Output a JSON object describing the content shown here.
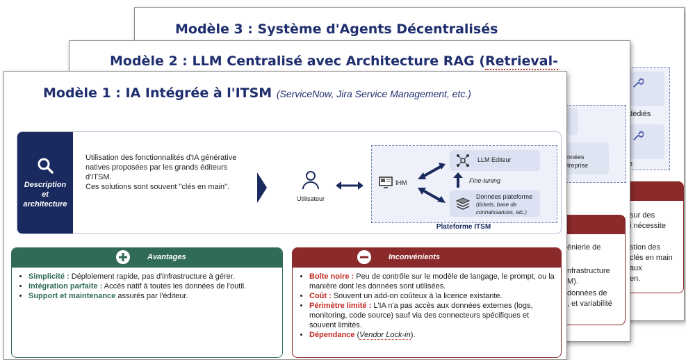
{
  "slide3": {
    "title": "Modèle 3 : Système d'Agents Décentralisés",
    "fragments": [
      "dédiés",
      "e",
      "sur des",
      "i nécessite",
      "stion des",
      "clés en main",
      "aux",
      "en."
    ]
  },
  "slide2": {
    "title_main": "Modèle 2 : LLM Centralisé avec Architecture RAG (",
    "title_spell": "Retrieval-",
    "fragments": [
      "nnées",
      "treprise",
      "énierie de",
      "nfrastructure",
      "M).",
      "données de",
      ", et variabilité"
    ]
  },
  "slide1": {
    "title": "Modèle 1 : IA Intégrée à l'ITSM",
    "subtitle": "(ServiceNow, Jira Service Management, etc.)",
    "description": {
      "label_line1": "Description",
      "label_line2": "et",
      "label_line3": "architecture",
      "text1": "Utilisation des fonctionnalités d'IA générative natives proposées par les grands éditeurs d'ITSM.",
      "text2": "Ces solutions sont souvent \"clés en main\"."
    },
    "diagram": {
      "user_label": "Utilisateur",
      "ihm_label": "IHM",
      "llm_label": "LLM Editeur",
      "finetuning_label": "Fine-tuning",
      "data_label": "Données plateforme",
      "data_sub": "(tickets, base de connaissances, etc.)",
      "platform_label": "Plateforme ITSM"
    },
    "advantages": {
      "title": "Avantages",
      "color": "#2f6b55",
      "items": [
        {
          "bold": "Simplicité :",
          "text": " Déploiement rapide, pas d'infrastructure à gérer."
        },
        {
          "bold": "Intégration parfaite :",
          "text": " Accès natif à toutes les données de l'outil."
        },
        {
          "bold": "Support et maintenance",
          "text": " assurés par l'éditeur."
        }
      ]
    },
    "drawbacks": {
      "title": "Inconvénients",
      "color": "#8b2a2a",
      "items": [
        {
          "bold": "Boîte noire :",
          "text": " Peu de contrôle sur le modèle de langage, le prompt, ou la manière dont les données sont utilisées."
        },
        {
          "bold": "Coût :",
          "text": " Souvent un add-on coûteux à la licence existante."
        },
        {
          "bold": "Périmètre limité :",
          "text": " L'IA n'a pas accès aux données externes (logs, monitoring, code source) sauf via des connecteurs spécifiques et souvent limités."
        },
        {
          "bold": "Dépendance",
          "text": " (",
          "italic": "Vendor Lock-in",
          "tail": ")."
        }
      ]
    }
  }
}
